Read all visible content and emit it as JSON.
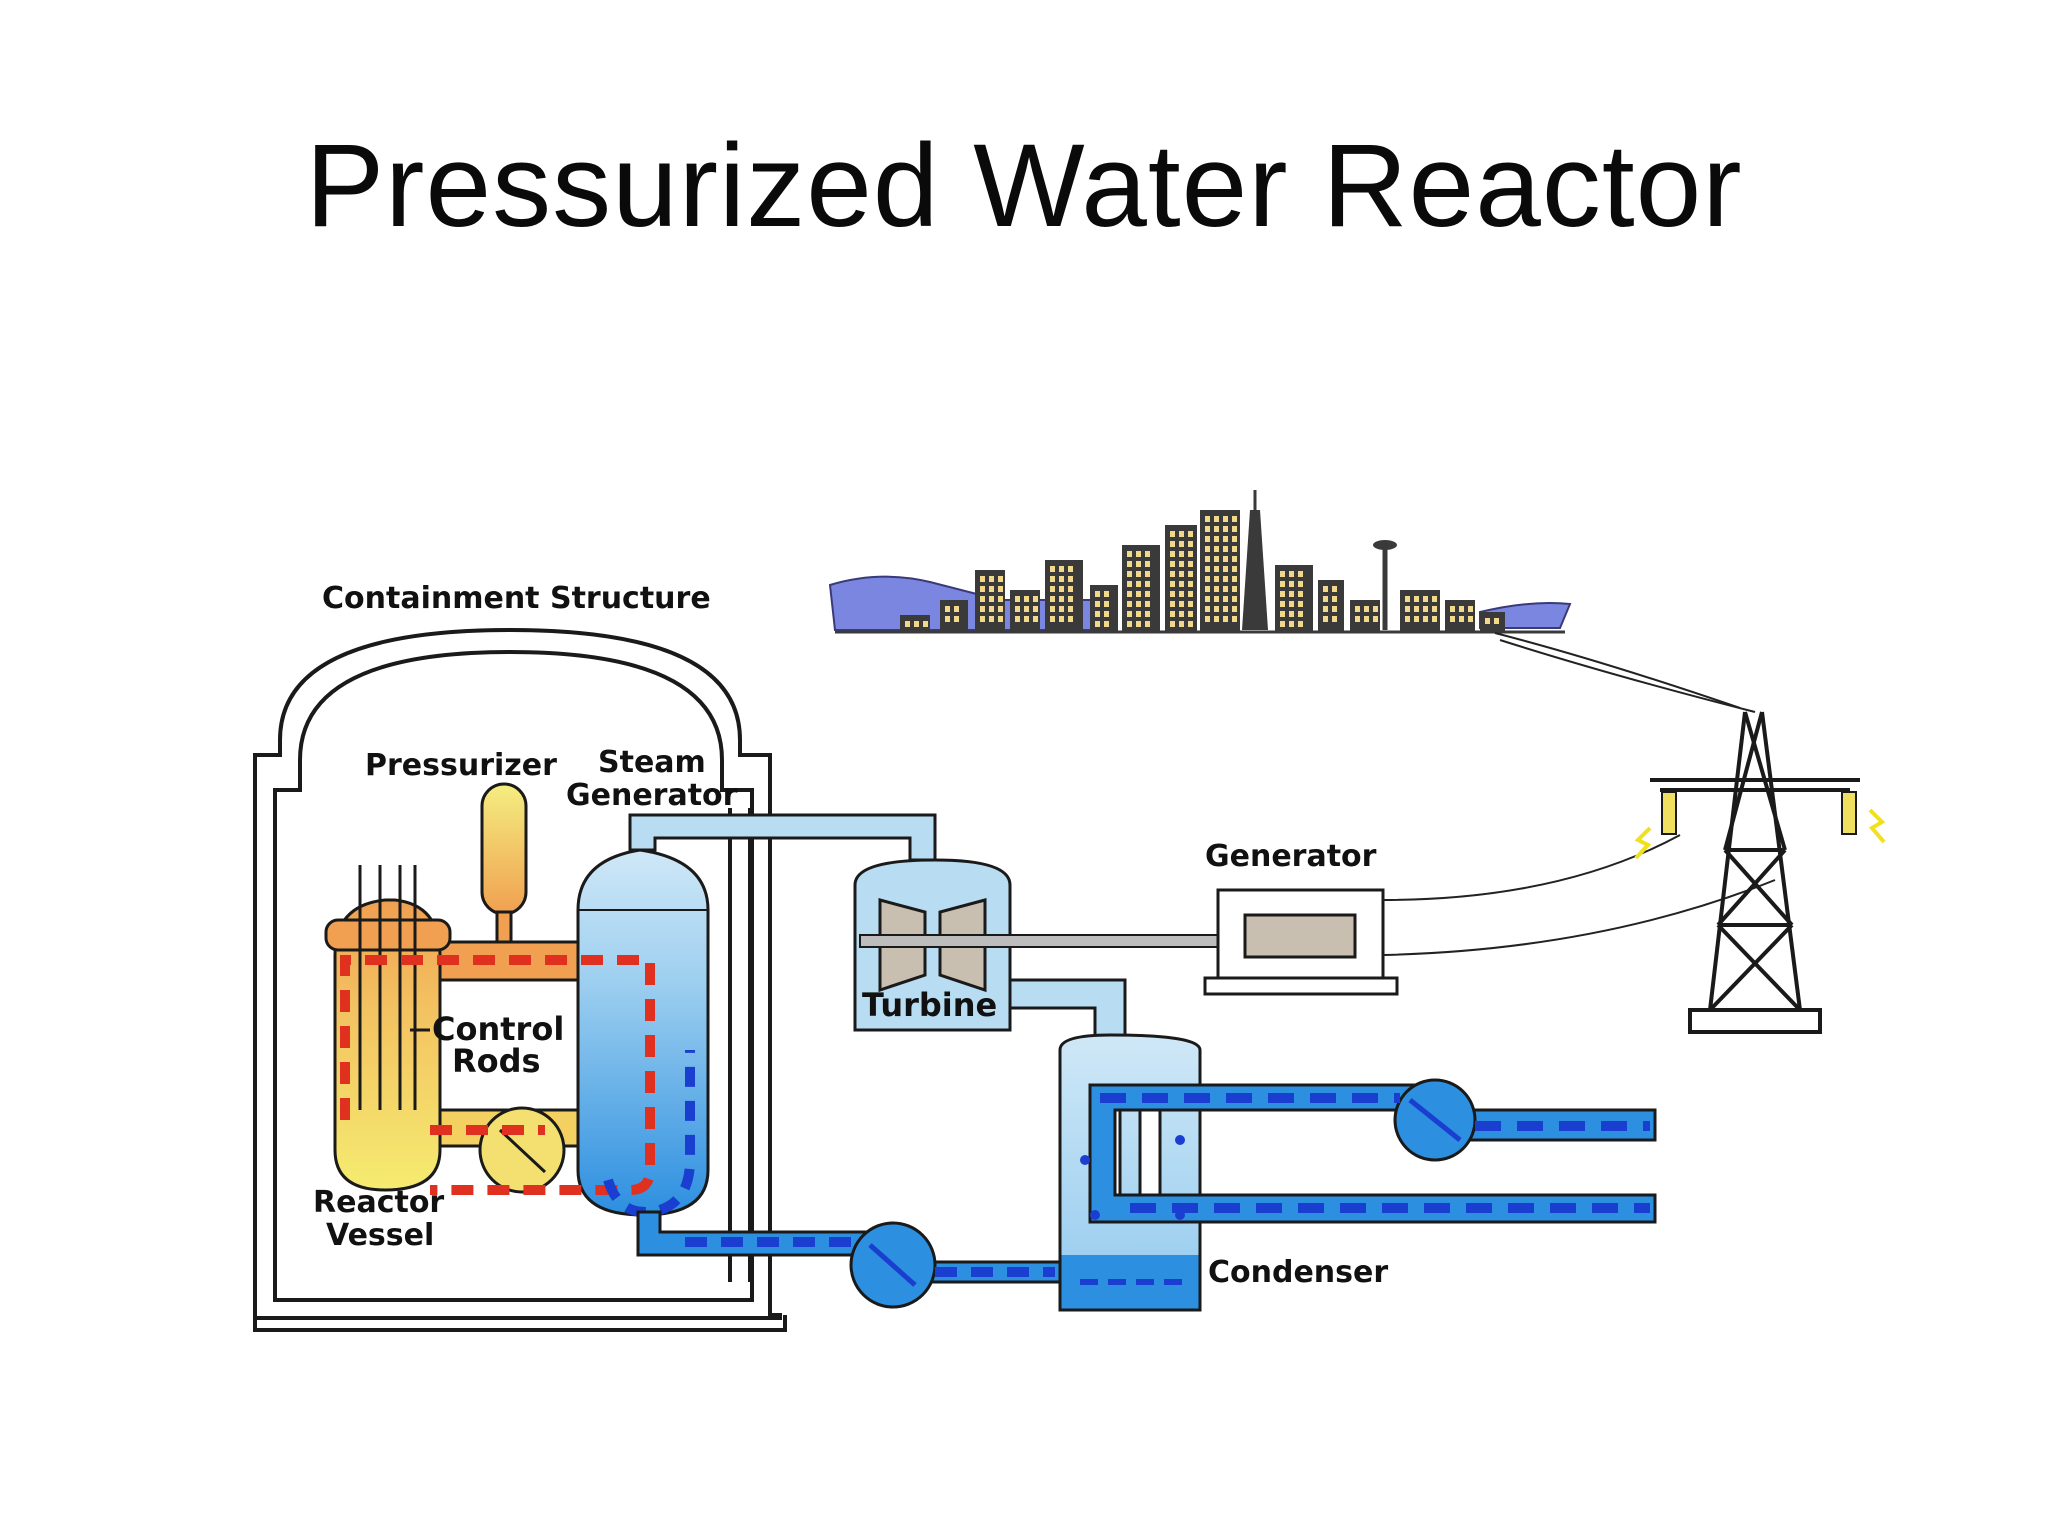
{
  "title": "Pressurized Water Reactor",
  "labels": {
    "containment": "Containment Structure",
    "pressurizer": "Pressurizer",
    "steam_1": "Steam",
    "steam_2": "Generator",
    "control_1": "Control",
    "control_2": "Rods",
    "reactor_1": "Reactor",
    "reactor_2": "Vessel",
    "turbine": "Turbine",
    "generator": "Generator",
    "condenser": "Condenser"
  },
  "colors": {
    "steam": "#b8dcf2",
    "cold_water": "#2c8fe0",
    "flow_arrow": "#1a3fd0",
    "hot_core": "#f0e060",
    "hot_top": "#f0a050",
    "hot_flow": "#e03020",
    "skyline_hill": "#7a86e0",
    "building": "#3a3a3a",
    "window": "#f2d88a",
    "spark": "#f0e020"
  }
}
